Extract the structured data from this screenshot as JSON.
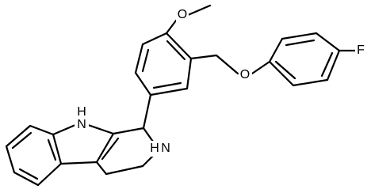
{
  "molecule": {
    "atom_labels": {
      "methoxy_o": "O",
      "ether_o": "O",
      "fluorine": "F",
      "indole_nh": "N",
      "indole_nh_h": "H",
      "amine_nh_h": "H",
      "amine_nh": "N"
    },
    "colors": {
      "bond": "#000000",
      "label": "#000000",
      "background": "#ffffff"
    }
  }
}
